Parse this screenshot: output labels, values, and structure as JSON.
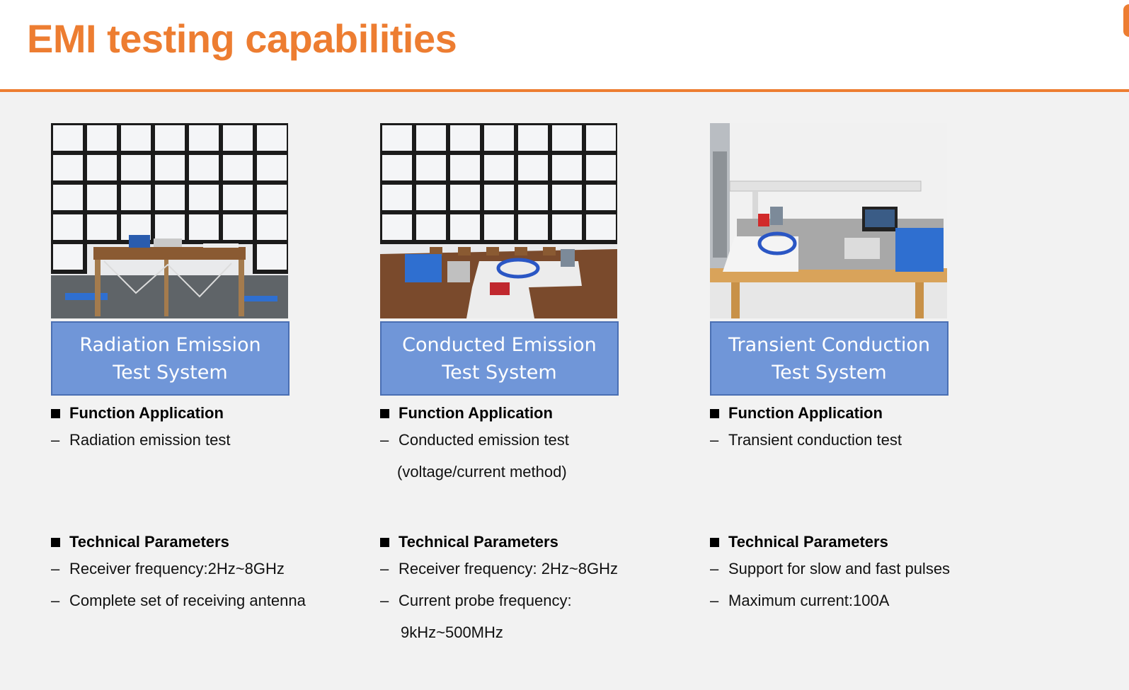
{
  "title": "EMI testing capabilities",
  "columns": [
    {
      "banner_line1": "Radiation Emission",
      "banner_line2": "Test System",
      "function_heading": "Function Application",
      "function_items": [
        "Radiation emission test"
      ],
      "tech_heading": "Technical Parameters",
      "tech_items": [
        "Receiver frequency:2Hz~8GHz",
        "Complete set of receiving antenna"
      ]
    },
    {
      "banner_line1": "Conducted Emission",
      "banner_line2": "Test System",
      "function_heading": "Function Application",
      "function_items": [
        "Conducted emission test",
        "(voltage/current method)"
      ],
      "tech_heading": "Technical Parameters",
      "tech_items": [
        "Receiver frequency: 2Hz~8GHz",
        "Current probe frequency:",
        "9kHz~500MHz"
      ]
    },
    {
      "banner_line1": "Transient Conduction",
      "banner_line2": "Test System",
      "function_heading": "Function Application",
      "function_items": [
        "Transient conduction test"
      ],
      "tech_heading": "Technical Parameters",
      "tech_items": [
        "Support for slow and fast pulses",
        "Maximum current:100A"
      ]
    }
  ],
  "colors": {
    "accent": "#ed7d31",
    "banner": "#7096d8",
    "banner_border": "#4a6fb3"
  }
}
